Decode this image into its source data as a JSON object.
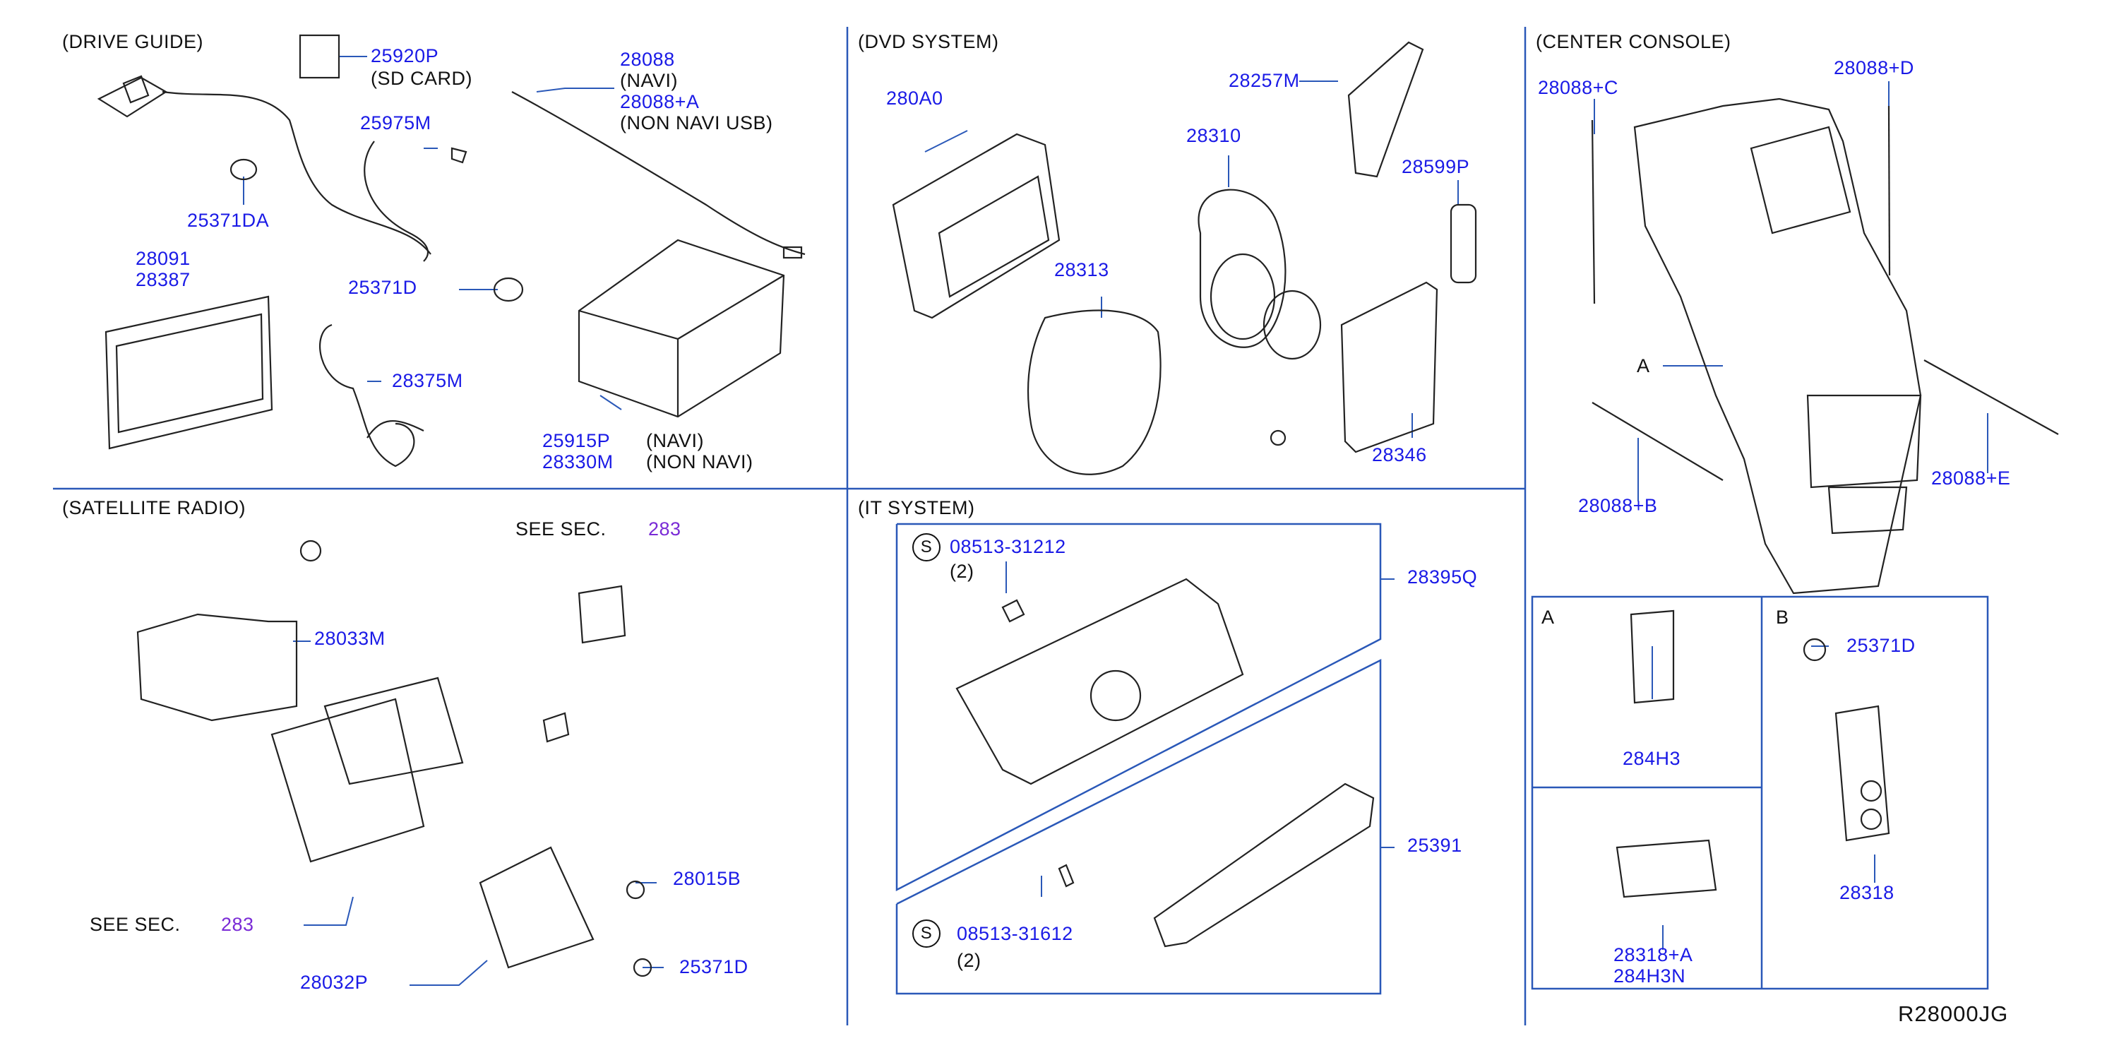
{
  "diagram_id": "R28000JG",
  "sections": {
    "drive_guide": "(DRIVE   GUIDE)",
    "dvd_system": "(DVD   SYSTEM)",
    "center_console": "(CENTER   CONSOLE)",
    "satellite_radio": "(SATELLITE   RADIO)",
    "it_system": "(IT   SYSTEM)"
  },
  "drive_guide": {
    "p25920p": "25920P",
    "sd_card": "(SD   CARD)",
    "p28088": "28088",
    "navi": "(NAVI)",
    "p28088a": "28088+A",
    "non_navi_usb": "(NON   NAVI   USB)",
    "p25975m": "25975M",
    "p25371da": "25371DA",
    "p28091": "28091",
    "p28387": "28387",
    "p25371d": "25371D",
    "p28375m": "28375M",
    "p25915p": "25915P",
    "p28330m": "28330M",
    "navi2": "(NAVI)",
    "non_navi": "(NON   NAVI)"
  },
  "dvd_system": {
    "p280a0": "280A0",
    "p28257m": "28257M",
    "p28310": "28310",
    "p28599p": "28599P",
    "p28313": "28313",
    "p28346": "28346"
  },
  "center_console": {
    "p28088c": "28088+C",
    "p28088d": "28088+D",
    "a_label": "A",
    "p28088b": "28088+B",
    "p28088e": "28088+E",
    "box_a": "A",
    "box_b": "B",
    "p284h3": "284H3",
    "p25371d": "25371D",
    "p28318": "28318",
    "p28318a": "28318+A",
    "p284h3n": "284H3N"
  },
  "satellite_radio": {
    "see_sec_1": "SEE   SEC.",
    "sec_num_1": "283",
    "p28033m": "28033M",
    "p28015b": "28015B",
    "see_sec_2": "SEE   SEC.",
    "sec_num_2": "283",
    "p28032p": "28032P",
    "p25371d": "25371D"
  },
  "it_system": {
    "s_symbol_1": "S",
    "p08513_31212": "08513-31212",
    "qty_1": "(2)",
    "p28395q": "28395Q",
    "p25391": "25391",
    "s_symbol_2": "S",
    "p08513_31612": "08513-31612",
    "qty_2": "(2)"
  }
}
